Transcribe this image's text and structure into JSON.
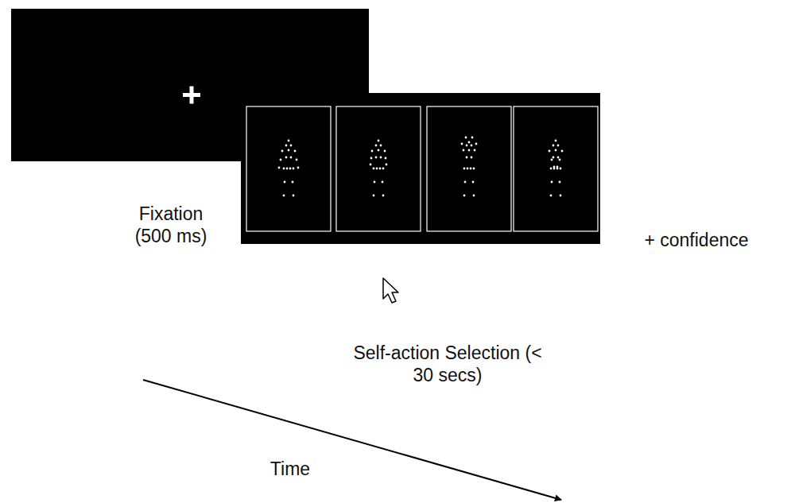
{
  "diagram": {
    "labels": [
      "Fixation (500 ms)",
      "+ confidence",
      "Self-action Selection (< 30 secs)",
      "Time"
    ]
  }
}
